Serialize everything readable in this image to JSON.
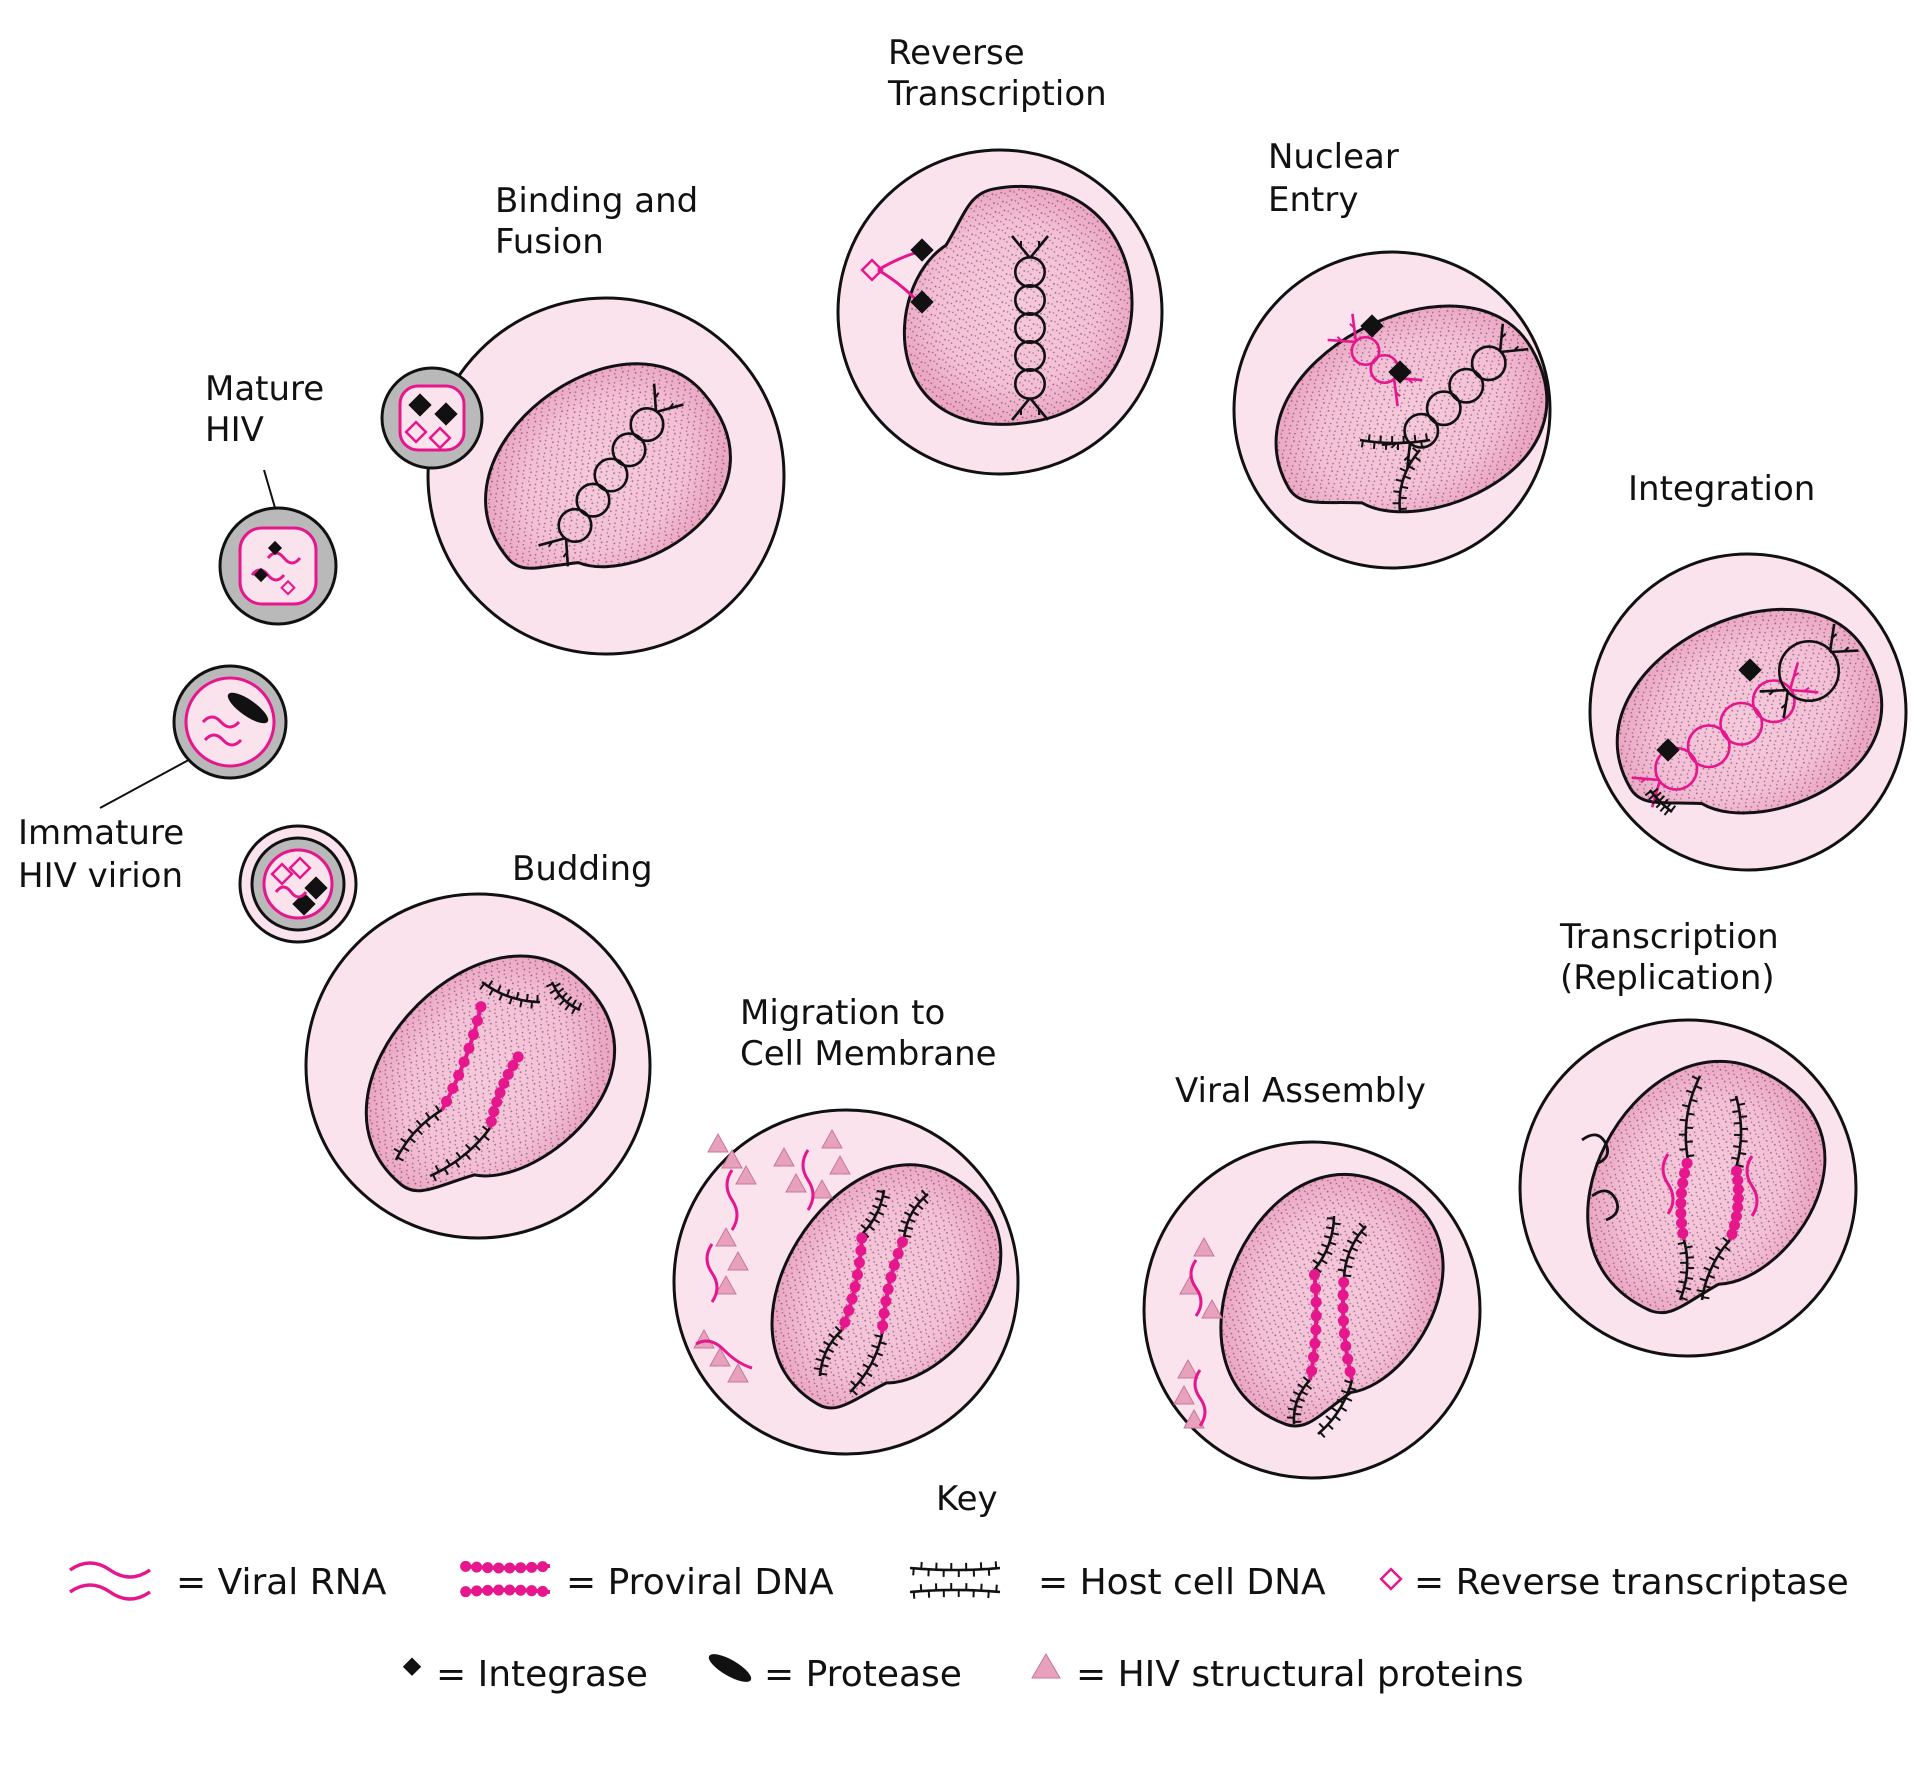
{
  "colors": {
    "cell_fill": "#fbe3ee",
    "cell_stroke": "#111111",
    "nucleus_fill": "#f4bfd6",
    "stipple": "#3a2030",
    "magenta": "#e6168c",
    "gray_shell": "#b9b9b9",
    "protein": "#e8a1bd",
    "black": "#111111"
  },
  "stages": {
    "binding": {
      "line1": "Binding and",
      "line2": "Fusion"
    },
    "reverse_transcription": {
      "line1": "Reverse",
      "line2": "Transcription"
    },
    "nuclear_entry": {
      "line1": "Nuclear",
      "line2": "Entry"
    },
    "integration": {
      "line1": "Integration"
    },
    "transcription": {
      "line1": "Transcription",
      "line2": "(Replication)"
    },
    "viral_assembly": {
      "line1": "Viral Assembly"
    },
    "migration": {
      "line1": "Migration to",
      "line2": "Cell Membrane"
    },
    "budding": {
      "line1": "Budding"
    },
    "mature_hiv": {
      "line1": "Mature",
      "line2": "HIV"
    },
    "immature_hiv": {
      "line1": "Immature",
      "line2": "HIV virion"
    }
  },
  "key": {
    "title": "Key",
    "items": [
      {
        "symbol": "wavy-lines-icon",
        "label": "= Viral RNA"
      },
      {
        "symbol": "beaded-strand-icon",
        "label": "= Proviral DNA"
      },
      {
        "symbol": "barbed-strand-icon",
        "label": "= Host cell DNA"
      },
      {
        "symbol": "open-diamond-icon",
        "label": "= Reverse transcriptase"
      },
      {
        "symbol": "filled-diamond-icon",
        "label": "= Integrase"
      },
      {
        "symbol": "black-oval-icon",
        "label": "= Protease"
      },
      {
        "symbol": "pink-triangle-icon",
        "label": "= HIV structural proteins"
      }
    ]
  }
}
